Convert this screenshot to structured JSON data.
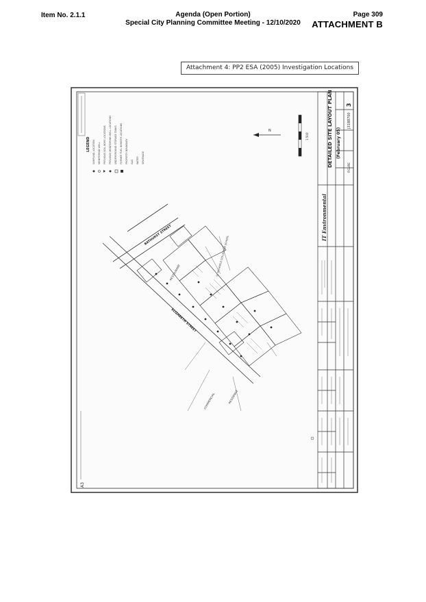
{
  "header": {
    "item_no": "Item No. 2.1.1",
    "agenda_line1": "Agenda (Open Portion)",
    "agenda_line2": "Special City Planning Committee Meeting - 12/10/2020",
    "page": "Page 309",
    "attachment": "ATTACHMENT B"
  },
  "caption": "Attachment 4: PP2 ESA (2005) Investigation Locations",
  "drawing": {
    "title_block": {
      "title": "DETAILED SITE LAYOUT PLAN",
      "subtitle": "(February 05)",
      "firm": "IT Environmental",
      "drawing_no": "J3188700",
      "sheet": "3",
      "sheet_size": "A3",
      "figure": "FIGURE"
    },
    "labels": {
      "street_1": "ELIZABETH STREET",
      "street_2": "BATHURST STREET",
      "restaurant": "RESTAURANT",
      "commercial": "COMMERCIAL",
      "residence": "RESIDENCE",
      "legend": "LEGEND",
      "school": "ST MICHAELS COLLEGIATE SCHOOL",
      "north": "N",
      "scale": "1:500"
    },
    "legend_items": [
      "SAMPLING LOCATION",
      "MONITORING WELL",
      "PREVIOUS SOIL BORE LOCATIONS",
      "PREVIOUS MONITORING WELL LOCATIONS",
      "UNDERGROUND STORAGE TANKS",
      "FORMER FUEL BOWSER LOCATIONS",
      "PROPERTY BOUNDARY",
      "GAS",
      "WATER",
      "SEWERAGE"
    ]
  }
}
